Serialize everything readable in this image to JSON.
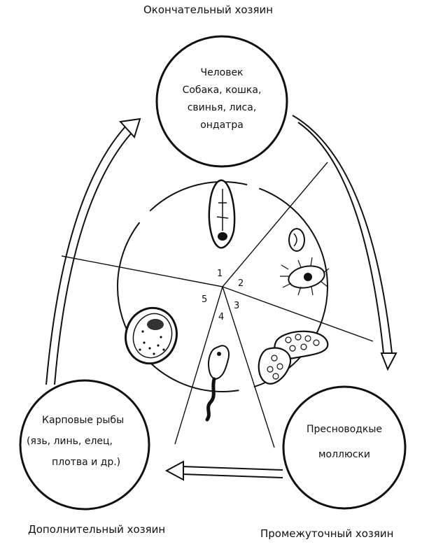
{
  "roles": {
    "definitive": "Окончательный хозяин",
    "additional": "Дополнительный хозяин",
    "intermediate": "Промежуточный хозяин"
  },
  "hosts": {
    "definitive_lines": [
      "Человек",
      "Собака, кошка,",
      "свинья, лиса,",
      "ондатра"
    ],
    "intermediate_lines": [
      "Пресноводкые",
      "моллюски"
    ],
    "additional_lines": [
      "Карповые рыбы",
      "(язь, линь, елец,",
      "плотва и др.)"
    ]
  },
  "stages": [
    "1",
    "2",
    "3",
    "4",
    "5"
  ],
  "colors": {
    "ink": "#111111",
    "paper": "#ffffff"
  }
}
